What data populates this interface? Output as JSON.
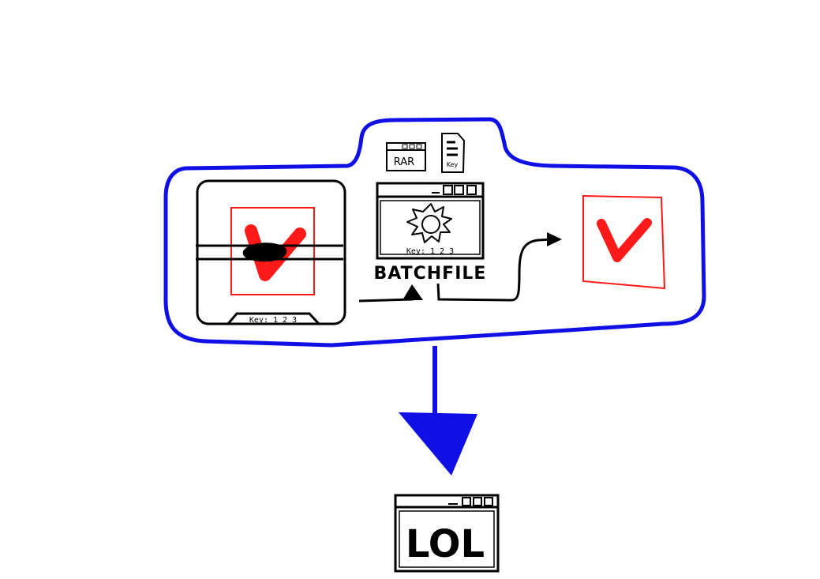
{
  "colors": {
    "container": "#1010e6",
    "ink": "#000000",
    "accent": "#ff1a1a",
    "background": "#ffffff"
  },
  "icons": {
    "rar_window": "rar-archive-window-icon",
    "key_file": "key-document-icon",
    "batch_window": "batch-window-icon",
    "gear": "gear-icon",
    "v_logo": "red-v-logo-icon",
    "lol_window": "lol-window-icon"
  },
  "labels": {
    "rar": "RAR",
    "key_small": "Key",
    "batch_key": "Key: 1 2 3",
    "batch_name": "BATCHFILE",
    "left_key": "Key: 1 2 3",
    "result": "LOL"
  }
}
